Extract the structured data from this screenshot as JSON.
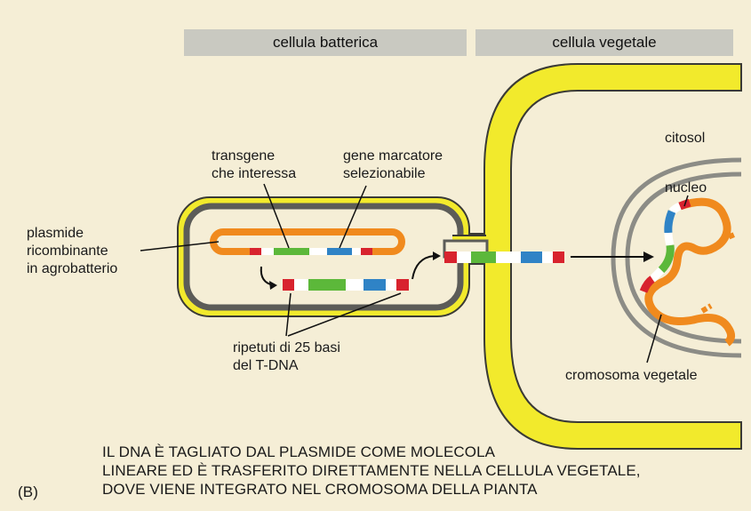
{
  "headers": {
    "bacterial_cell": "cellula batterica",
    "plant_cell": "cellula vegetale"
  },
  "labels": {
    "cytosol": "citosol",
    "nucleus": "nucleo",
    "transgene_line1": "transgene",
    "transgene_line2": "che interessa",
    "marker_line1": "gene marcatore",
    "marker_line2": "selezionabile",
    "plasmid_line1": "plasmide",
    "plasmid_line2": "ricombinante",
    "plasmid_line3": "in agrobatterio",
    "repeats_line1": "ripetuti di 25 basi",
    "repeats_line2": "del T-DNA",
    "plant_chromosome": "cromosoma vegetale"
  },
  "caption": {
    "panel": "(B)",
    "line1": "IL DNA È TAGLIATO DAL PLASMIDE COME MOLECOLA",
    "line2": "LINEARE ED È TRASFERITO DIRETTAMENTE NELLA CELLULA VEGETALE,",
    "line3": "DOVE VIENE INTEGRATO NEL CROMOSOMA DELLA PIANTA"
  },
  "colors": {
    "cell_wall": "#f2ea2c",
    "membrane": "#5c5c58",
    "dna_backbone": "#f08a1e",
    "repeat_red": "#d8232e",
    "transgene_green": "#5cb83a",
    "marker_blue": "#2f83c6",
    "header_bg": "#c9c9c1",
    "background": "#f5eed6"
  }
}
